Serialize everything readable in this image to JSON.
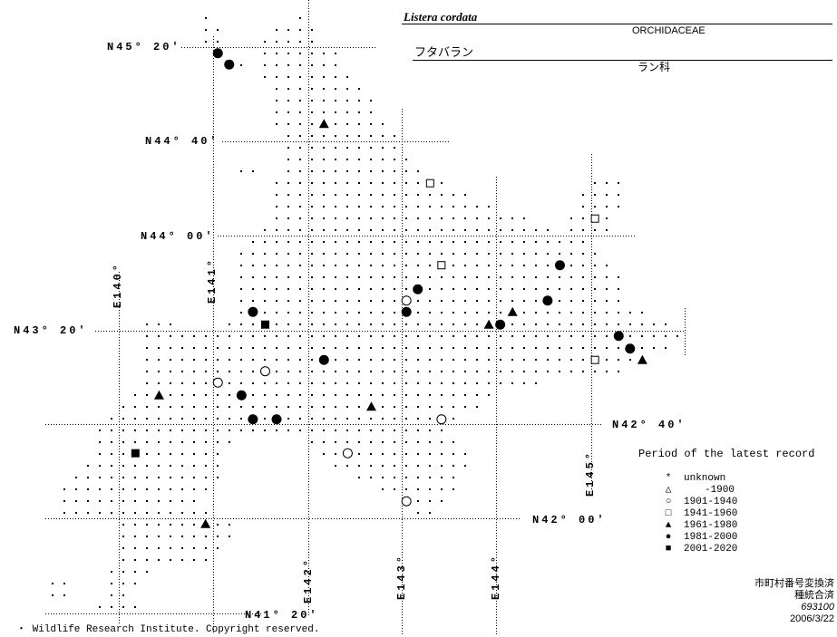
{
  "header": {
    "scientific_name": "Listera cordata",
    "family": "ORCHIDACEAE",
    "japanese_name": "フタバラン",
    "japanese_family": "ラン科"
  },
  "latitude_labels": [
    "N45° 20′",
    "N44° 40′",
    "N44° 00′",
    "N43° 20′",
    "N42° 40′",
    "N42° 00′",
    "N41° 20′"
  ],
  "longitude_labels": [
    "E140°",
    "E141°",
    "E142°",
    "E143°",
    "E144°",
    "E145°"
  ],
  "legend": {
    "title": "Period of the latest record",
    "items": [
      {
        "symbol": "asterisk",
        "glyph": "*",
        "label": "unknown"
      },
      {
        "symbol": "open-triangle",
        "glyph": "△",
        "label": "-1900"
      },
      {
        "symbol": "open-circle",
        "glyph": "○",
        "label": "1901-1940"
      },
      {
        "symbol": "open-square",
        "glyph": "□",
        "label": "1941-1960"
      },
      {
        "symbol": "filled-triangle",
        "glyph": "▲",
        "label": "1961-1980"
      },
      {
        "symbol": "filled-circle",
        "glyph": "●",
        "label": "1981-2000"
      },
      {
        "symbol": "filled-square",
        "glyph": "■",
        "label": "2001-2020"
      }
    ]
  },
  "notes": {
    "line1": "市町村番号変換済",
    "line2": "種統合済",
    "code": "693100",
    "date": "2006/3/22"
  },
  "copyright": "・ Wildlife Research Institute. Copyright reserved.",
  "records": [
    {
      "symbol": "filled-circle",
      "lon": 141.05,
      "lat": 45.29
    },
    {
      "symbol": "filled-circle",
      "lon": 141.17,
      "lat": 45.21
    },
    {
      "symbol": "filled-circle",
      "lon": 143.16,
      "lat": 43.62
    },
    {
      "symbol": "filled-circle",
      "lon": 144.66,
      "lat": 43.79
    },
    {
      "symbol": "filled-circle",
      "lon": 144.53,
      "lat": 43.54
    },
    {
      "symbol": "filled-circle",
      "lon": 143.04,
      "lat": 43.46
    },
    {
      "symbol": "filled-circle",
      "lon": 141.42,
      "lat": 43.46
    },
    {
      "symbol": "filled-circle",
      "lon": 144.03,
      "lat": 43.37
    },
    {
      "symbol": "filled-circle",
      "lon": 145.28,
      "lat": 43.29
    },
    {
      "symbol": "filled-circle",
      "lon": 145.4,
      "lat": 43.2
    },
    {
      "symbol": "filled-circle",
      "lon": 142.17,
      "lat": 43.12
    },
    {
      "symbol": "filled-circle",
      "lon": 141.3,
      "lat": 42.87
    },
    {
      "symbol": "filled-circle",
      "lon": 141.42,
      "lat": 42.7
    },
    {
      "symbol": "filled-circle",
      "lon": 141.67,
      "lat": 42.7
    },
    {
      "symbol": "filled-triangle",
      "lon": 142.17,
      "lat": 44.79
    },
    {
      "symbol": "filled-triangle",
      "lon": 143.91,
      "lat": 43.37
    },
    {
      "symbol": "filled-triangle",
      "lon": 144.16,
      "lat": 43.46
    },
    {
      "symbol": "filled-triangle",
      "lon": 145.53,
      "lat": 43.12
    },
    {
      "symbol": "filled-triangle",
      "lon": 140.43,
      "lat": 42.87
    },
    {
      "symbol": "filled-triangle",
      "lon": 142.67,
      "lat": 42.79
    },
    {
      "symbol": "filled-triangle",
      "lon": 140.92,
      "lat": 41.96
    },
    {
      "symbol": "open-square",
      "lon": 143.29,
      "lat": 44.37
    },
    {
      "symbol": "open-square",
      "lon": 145.03,
      "lat": 44.12
    },
    {
      "symbol": "open-square",
      "lon": 143.41,
      "lat": 43.79
    },
    {
      "symbol": "open-square",
      "lon": 145.03,
      "lat": 43.12
    },
    {
      "symbol": "filled-square",
      "lon": 141.55,
      "lat": 43.37
    },
    {
      "symbol": "filled-square",
      "lon": 140.18,
      "lat": 42.46
    },
    {
      "symbol": "open-circle",
      "lon": 143.04,
      "lat": 43.54
    },
    {
      "symbol": "open-circle",
      "lon": 141.55,
      "lat": 43.04
    },
    {
      "symbol": "open-circle",
      "lon": 141.05,
      "lat": 42.96
    },
    {
      "symbol": "open-circle",
      "lon": 143.41,
      "lat": 42.7
    },
    {
      "symbol": "open-circle",
      "lon": 142.42,
      "lat": 42.46
    },
    {
      "symbol": "open-circle",
      "lon": 143.04,
      "lat": 42.12
    }
  ]
}
